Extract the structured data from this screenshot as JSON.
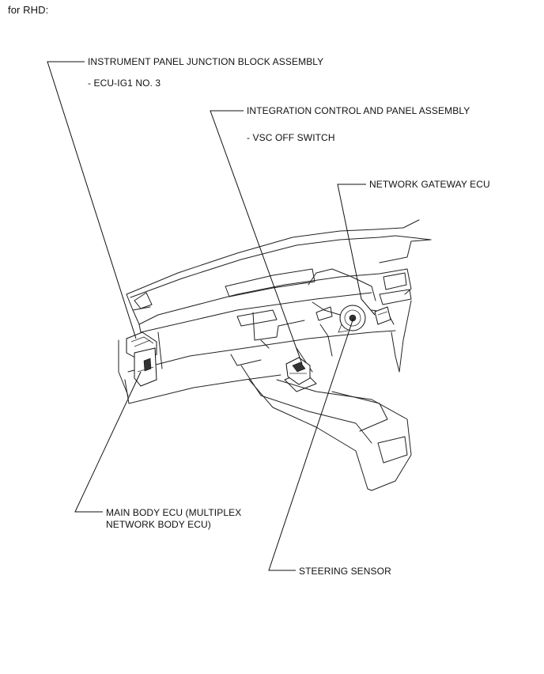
{
  "header": "for RHD:",
  "callouts": {
    "junction_block": {
      "title": "INSTRUMENT PANEL JUNCTION BLOCK ASSEMBLY",
      "sub": "- ECU-IG1 NO. 3"
    },
    "integration_control": {
      "title": "INTEGRATION CONTROL AND PANEL ASSEMBLY",
      "sub": "- VSC OFF SWITCH"
    },
    "network_gateway": {
      "title": "NETWORK GATEWAY ECU"
    },
    "main_body_ecu": {
      "line1": "MAIN BODY ECU (MULTIPLEX",
      "line2": "NETWORK BODY ECU)"
    },
    "steering_sensor": {
      "title": "STEERING SENSOR"
    }
  }
}
